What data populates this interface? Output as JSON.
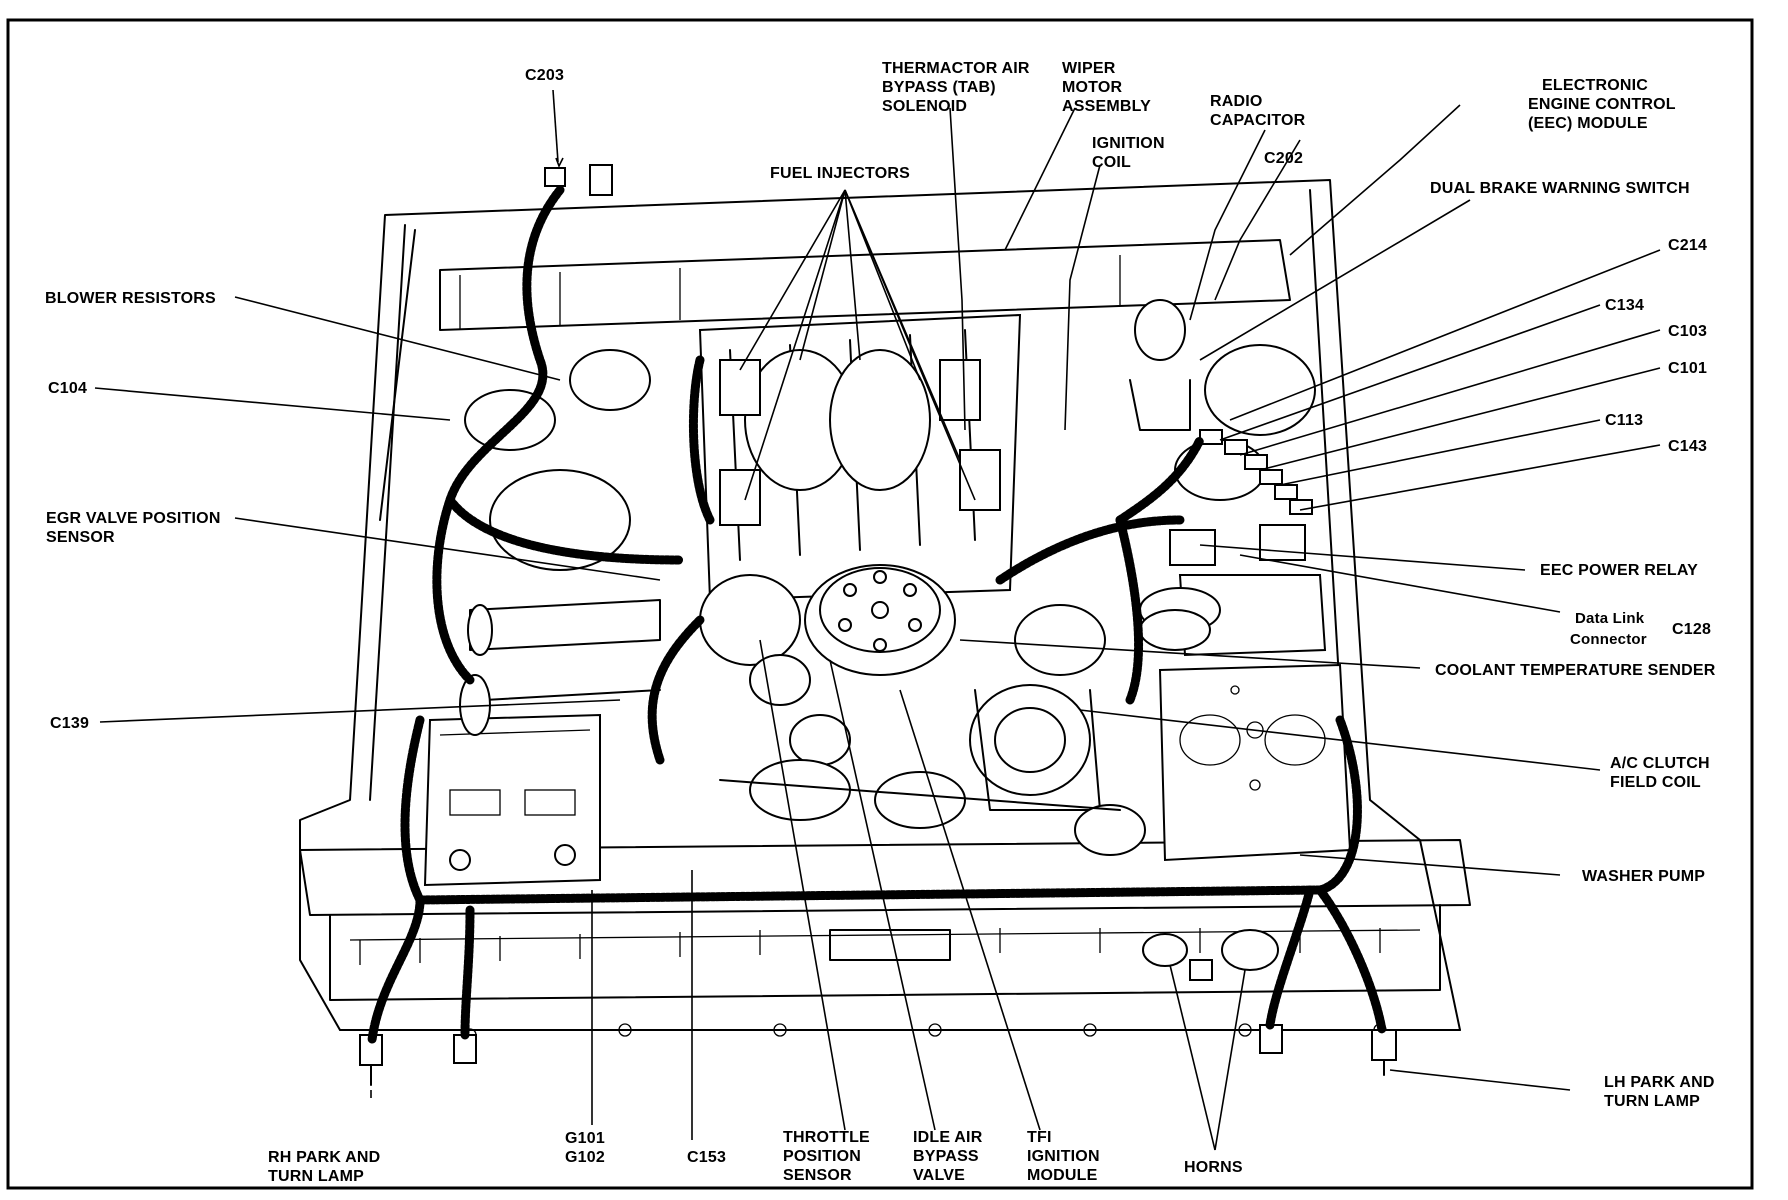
{
  "labels": {
    "c203": "C203",
    "thermactor": [
      "THERMACTOR AIR",
      "BYPASS (TAB)",
      "SOLENOID"
    ],
    "wiper": [
      "WIPER",
      "MOTOR",
      "ASSEMBLY"
    ],
    "radio_capacitor": [
      "RADIO",
      "CAPACITOR"
    ],
    "eec_module": [
      "ELECTRONIC",
      "ENGINE CONTROL",
      "(EEC) MODULE"
    ],
    "ignition_coil": [
      "IGNITION",
      "COIL"
    ],
    "c202": "C202",
    "fuel_injectors": "FUEL INJECTORS",
    "dual_brake": "DUAL BRAKE WARNING SWITCH",
    "c214": "C214",
    "blower_resistors": "BLOWER RESISTORS",
    "c134": "C134",
    "c103": "C103",
    "c104": "C104",
    "c101": "C101",
    "c113": "C113",
    "c143": "C143",
    "egr_sensor": [
      "EGR VALVE POSITION",
      "SENSOR"
    ],
    "eec_power_relay": "EEC POWER RELAY",
    "data_link": [
      "Data Link",
      "Connector"
    ],
    "c128": "C128",
    "coolant_sender": "COOLANT TEMPERATURE SENDER",
    "c139": "C139",
    "ac_clutch": [
      "A/C CLUTCH",
      "FIELD COIL"
    ],
    "washer_pump": "WASHER PUMP",
    "lh_park": [
      "LH PARK AND",
      "TURN LAMP"
    ],
    "rh_park": [
      "RH PARK AND",
      "TURN LAMP"
    ],
    "g101": [
      "G101",
      "G102"
    ],
    "c153": "C153",
    "throttle": [
      "THROTTLE",
      "POSITION",
      "SENSOR"
    ],
    "idle_air": [
      "IDLE AIR",
      "BYPASS",
      "VALVE"
    ],
    "tfi": [
      "TFI",
      "IGNITION",
      "MODULE"
    ],
    "horns": "HORNS"
  }
}
